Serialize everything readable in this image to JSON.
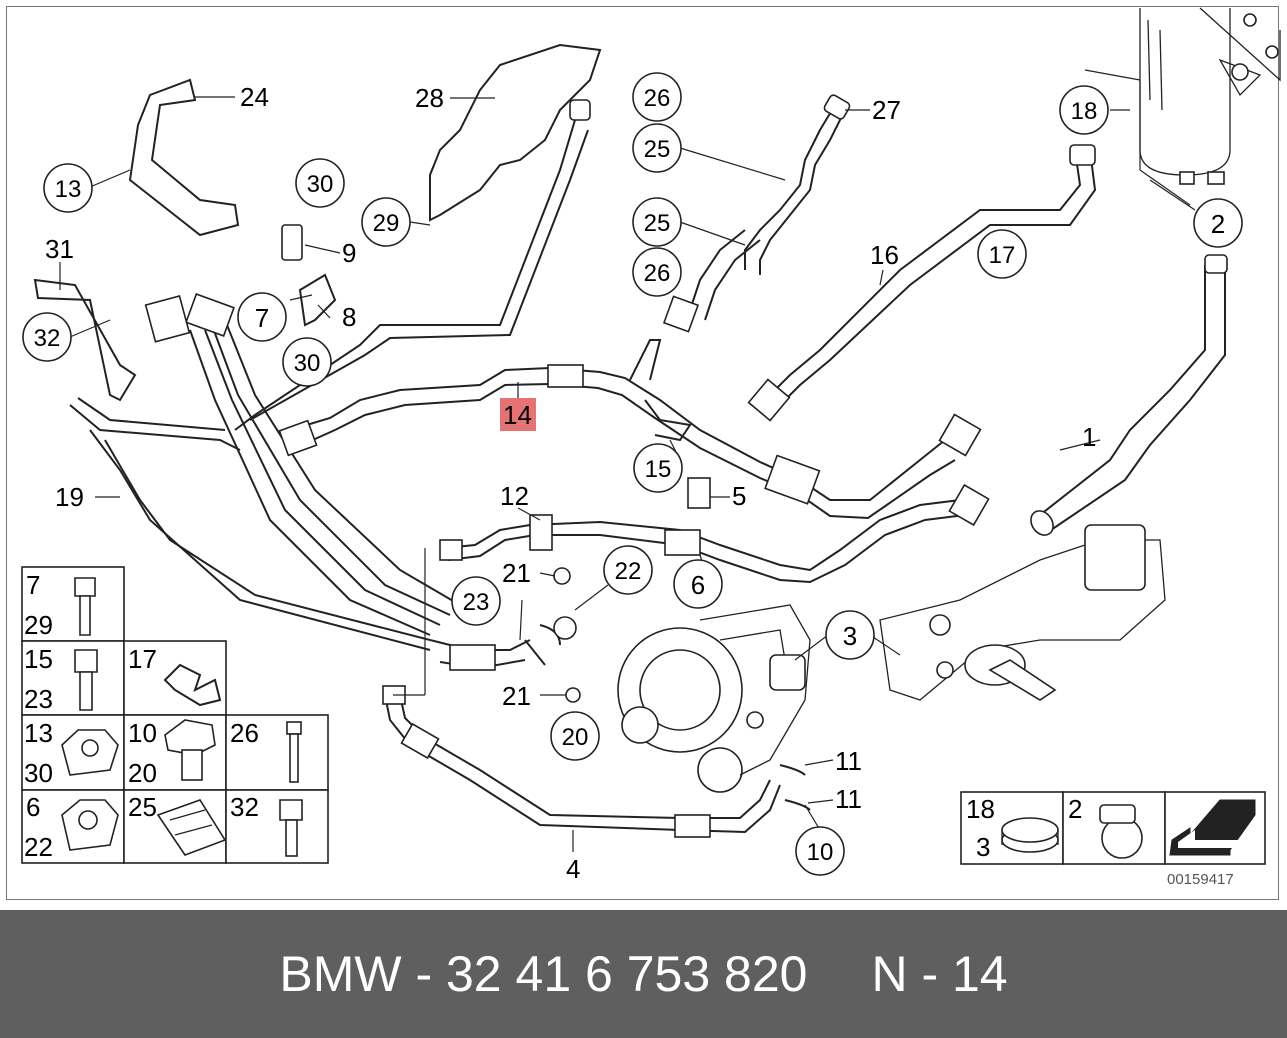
{
  "diagram": {
    "code": "00159417",
    "highlight_label": "14",
    "highlight_color": "#e57373",
    "plain_labels": {
      "l1": "1",
      "l4": "4",
      "l5": "5",
      "l8": "8",
      "l9": "9",
      "l11a": "11",
      "l11b": "11",
      "l12": "12",
      "l16": "16",
      "l19": "19",
      "l21a": "21",
      "l21b": "21",
      "l24": "24",
      "l27": "27",
      "l28": "28",
      "l31": "31"
    },
    "circle_labels": {
      "c2": "2",
      "c3": "3",
      "c6": "6",
      "c7": "7",
      "c10": "10",
      "c13": "13",
      "c15": "15",
      "c17": "17",
      "c18": "18",
      "c20": "20",
      "c22": "22",
      "c23": "23",
      "c25a": "25",
      "c25b": "25",
      "c26a": "26",
      "c26b": "26",
      "c29": "29",
      "c30a": "30",
      "c30b": "30",
      "c32": "32"
    },
    "hardware_legend": {
      "r1c1_top": "7",
      "r1c1_bot": "29",
      "r2c1_top": "15",
      "r2c1_bot": "23",
      "r2c2_top": "17",
      "r3c1_top": "13",
      "r3c1_bot": "30",
      "r3c2_top": "10",
      "r3c2_bot": "20",
      "r3c3_top": "26",
      "r4c1_top": "6",
      "r4c1_bot": "22",
      "r4c2_top": "25",
      "r4c3_top": "32"
    },
    "clamp_legend": {
      "a_top": "18",
      "a_bot": "3",
      "b_top": "2"
    }
  },
  "footer": {
    "part_number": "BMW - 32 41 6 753 820",
    "position": "N - 14"
  }
}
